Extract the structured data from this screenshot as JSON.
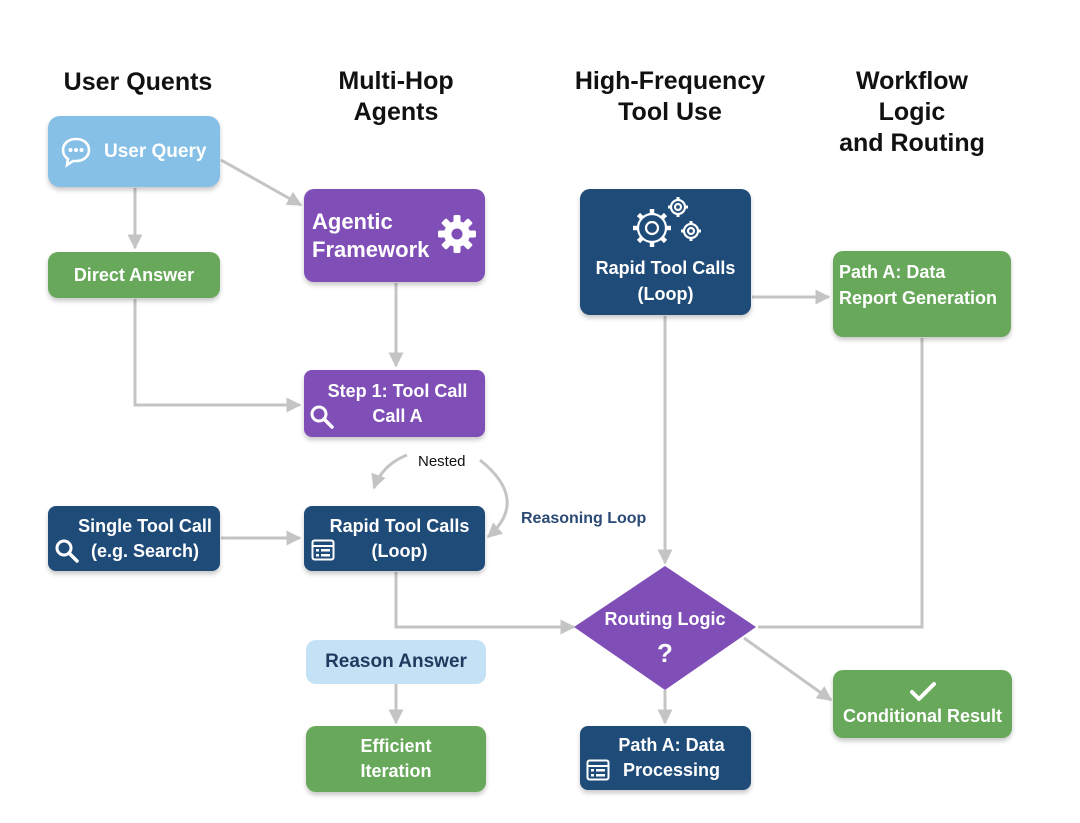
{
  "columns": [
    {
      "title": "User Quents"
    },
    {
      "title": "Multi-Hop\nAgents"
    },
    {
      "title": "High-Frequency\nTool Use"
    },
    {
      "title": "Workflow\nLogic\nand Routing"
    }
  ],
  "nodes": {
    "user_query": "User Query",
    "direct_answer": "Direct Answer",
    "single_tool_call": "Single Tool Call\n(e.g. Search)",
    "agentic_framework": "Agentic\nFramework",
    "step1_tool_call": "Step 1: Tool Call\nCall A",
    "rapid_loop_mid": "Rapid Tool Calls\n(Loop)",
    "reason_answer": "Reason Answer",
    "efficient_iteration": "Efficient\nIteration",
    "rapid_loop_top": "Rapid Tool Calls\n(Loop)",
    "routing_logic": "Routing Logic",
    "routing_symbol": "?",
    "path_a_processing": "Path A: Data\nProcessing",
    "path_a_report": "Path A: Data\nReport Generation",
    "conditional_result": "Conditional Result"
  },
  "annotations": {
    "nested": "Nested",
    "reasoning_loop": "Reasoning Loop"
  },
  "icons": [
    "chat-bubble-icon",
    "gear-icon",
    "search-icon",
    "list-icon",
    "gears-icon",
    "checkmark-icon"
  ],
  "colors": {
    "light_blue": "#86c0e6",
    "pale_blue": "#c4e2f6",
    "green": "#67a85a",
    "purple": "#7f4fb7",
    "navy": "#1f4b78",
    "connector": "#c4c4c4"
  }
}
